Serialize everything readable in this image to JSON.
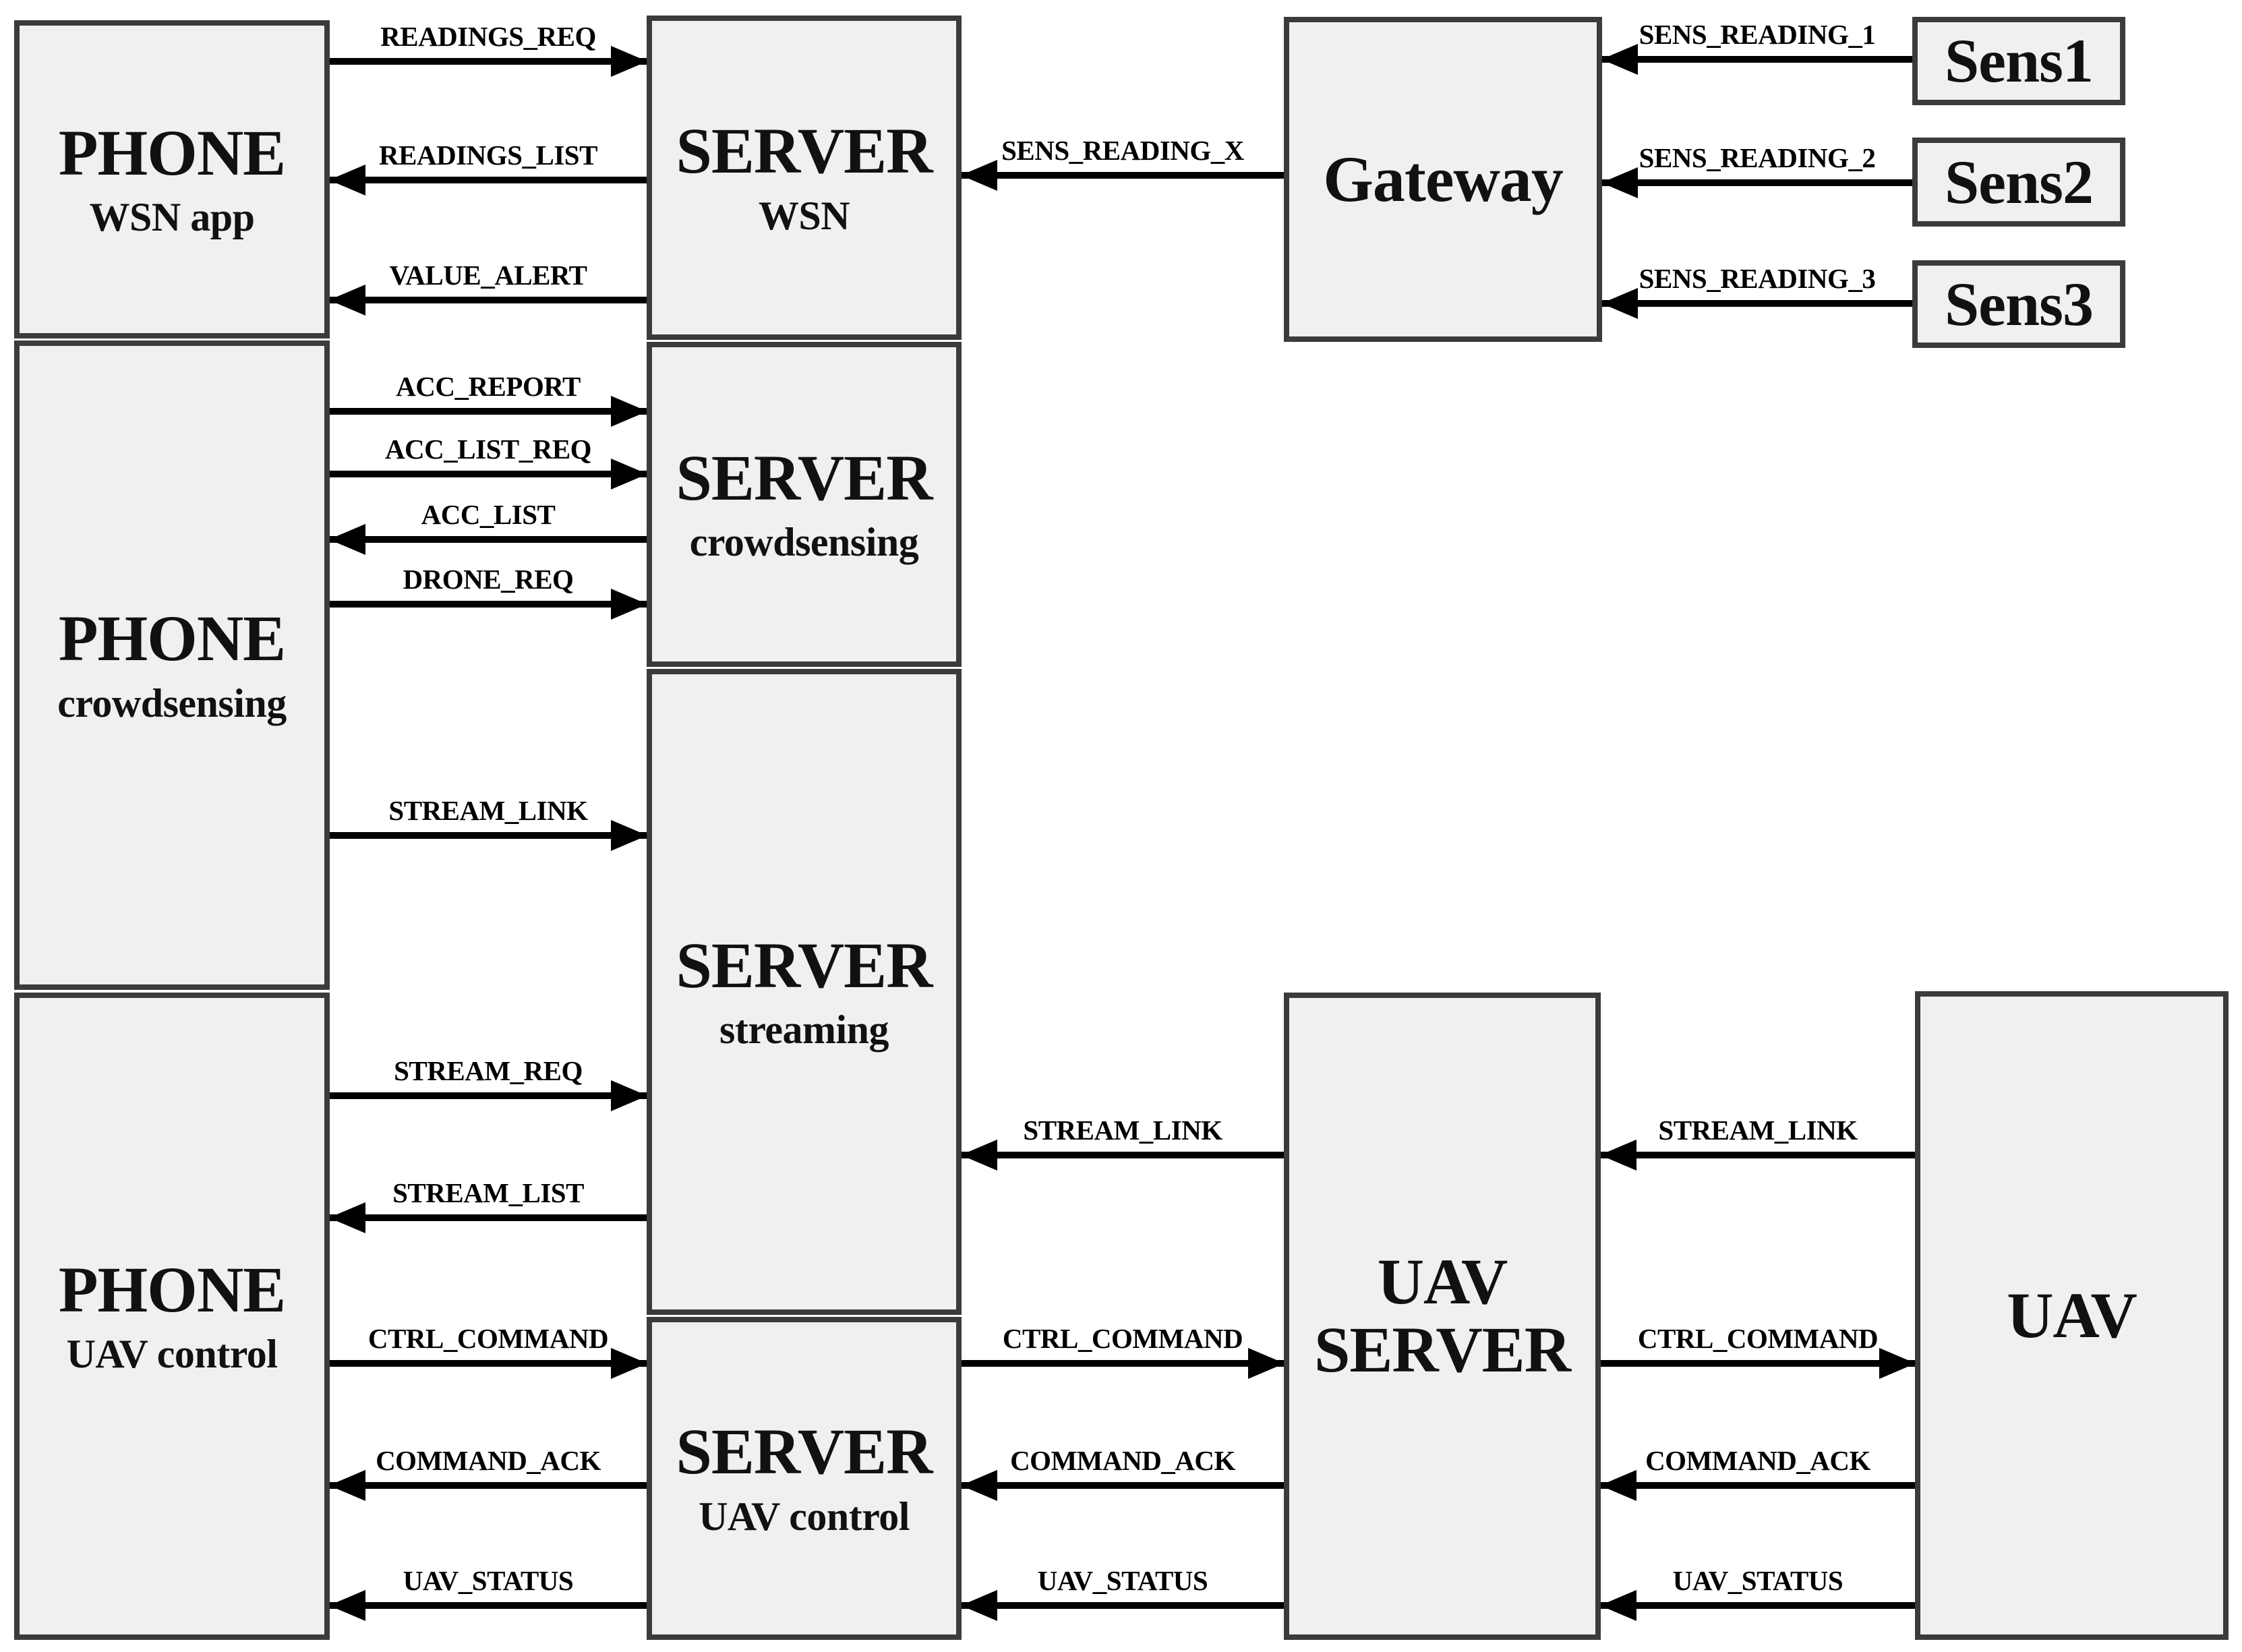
{
  "colors": {
    "background": "#ffffff",
    "node_fill": "#f0f0f0",
    "node_border": "#3b3b3b",
    "arrow": "#000000",
    "text": "#111111"
  },
  "nodes": {
    "phone_wsn": {
      "title": "PHONE",
      "subtitle": "WSN app"
    },
    "phone_crowd": {
      "title": "PHONE",
      "subtitle": "crowdsensing"
    },
    "phone_uav": {
      "title": "PHONE",
      "subtitle": "UAV control"
    },
    "server_wsn": {
      "title": "SERVER",
      "subtitle": "WSN"
    },
    "server_crowd": {
      "title": "SERVER",
      "subtitle": "crowdsensing"
    },
    "server_stream": {
      "title": "SERVER",
      "subtitle": "streaming"
    },
    "server_uav": {
      "title": "SERVER",
      "subtitle": "UAV control"
    },
    "gateway": {
      "title": "Gateway"
    },
    "sens1": {
      "title": "Sens1"
    },
    "sens2": {
      "title": "Sens2"
    },
    "sens3": {
      "title": "Sens3"
    },
    "uav_server": {
      "title_line1": "UAV",
      "title_line2": "SERVER"
    },
    "uav": {
      "title": "UAV"
    }
  },
  "arrows": [
    {
      "label": "READINGS_REQ",
      "from": "phone_wsn",
      "to": "server_wsn",
      "direction": "right"
    },
    {
      "label": "READINGS_LIST",
      "from": "server_wsn",
      "to": "phone_wsn",
      "direction": "left"
    },
    {
      "label": "VALUE_ALERT",
      "from": "server_wsn",
      "to": "phone_wsn",
      "direction": "left"
    },
    {
      "label": "ACC_REPORT",
      "from": "phone_crowd",
      "to": "server_crowd",
      "direction": "right"
    },
    {
      "label": "ACC_LIST_REQ",
      "from": "phone_crowd",
      "to": "server_crowd",
      "direction": "right"
    },
    {
      "label": "ACC_LIST",
      "from": "server_crowd",
      "to": "phone_crowd",
      "direction": "left"
    },
    {
      "label": "DRONE_REQ",
      "from": "phone_crowd",
      "to": "server_crowd",
      "direction": "right"
    },
    {
      "label": "STREAM_LINK",
      "from": "phone_crowd",
      "to": "server_stream",
      "direction": "right"
    },
    {
      "label": "STREAM_REQ",
      "from": "phone_uav",
      "to": "server_stream",
      "direction": "right"
    },
    {
      "label": "STREAM_LIST",
      "from": "server_stream",
      "to": "phone_uav",
      "direction": "left"
    },
    {
      "label": "CTRL_COMMAND",
      "from": "phone_uav",
      "to": "server_uav",
      "direction": "right"
    },
    {
      "label": "COMMAND_ACK",
      "from": "server_uav",
      "to": "phone_uav",
      "direction": "left"
    },
    {
      "label": "UAV_STATUS",
      "from": "server_uav",
      "to": "phone_uav",
      "direction": "left"
    },
    {
      "label": "SENS_READING_X",
      "from": "gateway",
      "to": "server_wsn",
      "direction": "left"
    },
    {
      "label": "STREAM_LINK",
      "from": "uav_server",
      "to": "server_stream",
      "direction": "left"
    },
    {
      "label": "CTRL_COMMAND",
      "from": "server_uav",
      "to": "uav_server",
      "direction": "right"
    },
    {
      "label": "COMMAND_ACK",
      "from": "uav_server",
      "to": "server_uav",
      "direction": "left"
    },
    {
      "label": "UAV_STATUS",
      "from": "uav_server",
      "to": "server_uav",
      "direction": "left"
    },
    {
      "label": "SENS_READING_1",
      "from": "sens1",
      "to": "gateway",
      "direction": "left"
    },
    {
      "label": "SENS_READING_2",
      "from": "sens2",
      "to": "gateway",
      "direction": "left"
    },
    {
      "label": "SENS_READING_3",
      "from": "sens3",
      "to": "gateway",
      "direction": "left"
    },
    {
      "label": "STREAM_LINK",
      "from": "uav",
      "to": "uav_server",
      "direction": "left"
    },
    {
      "label": "CTRL_COMMAND",
      "from": "uav_server",
      "to": "uav",
      "direction": "right"
    },
    {
      "label": "COMMAND_ACK",
      "from": "uav",
      "to": "uav_server",
      "direction": "left"
    },
    {
      "label": "UAV_STATUS",
      "from": "uav",
      "to": "uav_server",
      "direction": "left"
    }
  ]
}
